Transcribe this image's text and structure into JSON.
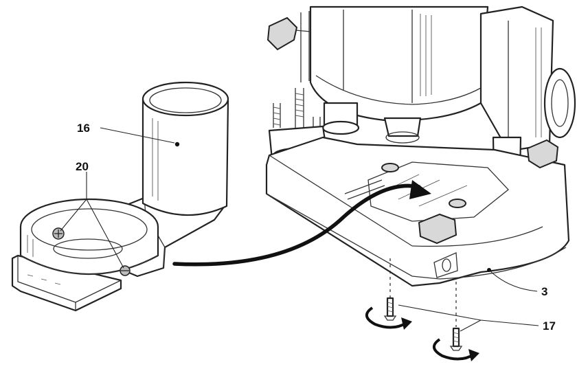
{
  "callouts": {
    "dust_extraction_adapter": "16",
    "adapter_screws_pair": "20",
    "base_plate": "3",
    "fixing_screws": "17"
  },
  "colors": {
    "line": "#222222",
    "background": "#ffffff",
    "shading": "#d8d8d8"
  }
}
